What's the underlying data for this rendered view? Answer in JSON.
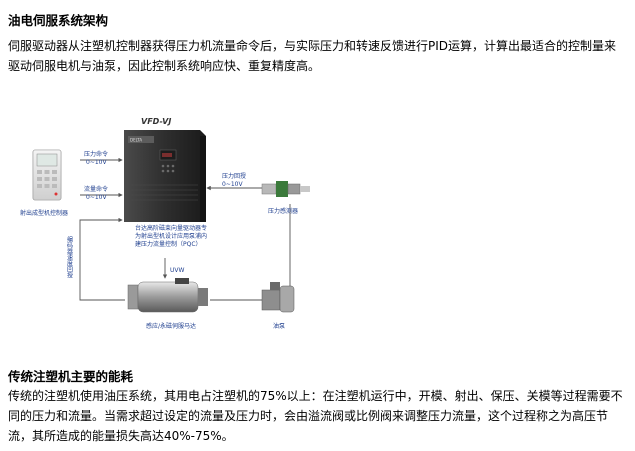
{
  "section1": {
    "title": "油电伺服系统架构",
    "body": "伺服驱动器从注塑机控制器获得压力机流量命令后，与实际压力和转速反馈进行PID运算，计算出最适合的控制量来驱动伺服电机与油泵，因此控制系统响应快、重复精度高。"
  },
  "diagram": {
    "drive_model": "VFD-VJ",
    "pressure_cmd": "压力命令",
    "pressure_cmd_range": "0~10V",
    "flow_cmd": "流量命令",
    "flow_cmd_range": "0~10V",
    "controller_label": "射出成型机控制器",
    "pressure_feedback": "压力回授",
    "pressure_feedback_range": "0~10V",
    "sensor_label": "压力感测器",
    "drive_desc_1": "台达高阶磁束向量驱动器专",
    "drive_desc_2": "为射出型机设计应用泵浦内",
    "drive_desc_3": "建压力流量控制（PQC）",
    "encoder_feedback": "编码器速度回授",
    "output_label": "UVW",
    "motor_label": "感应/永磁伺服马达",
    "pump_label": "油泵"
  },
  "section2": {
    "title": "传统注塑机主要的能耗",
    "body": "传统的注塑机使用油压系统，其用电占注塑机的75%以上：在注塑机运行中，开模、射出、保压、关模等过程需要不同的压力和流量。当需求超过设定的流量及压力时，会由溢流阀或比例阀来调整压力流量，这个过程称之为高压节流，其所造成的能量损失高达40%-75%。"
  }
}
